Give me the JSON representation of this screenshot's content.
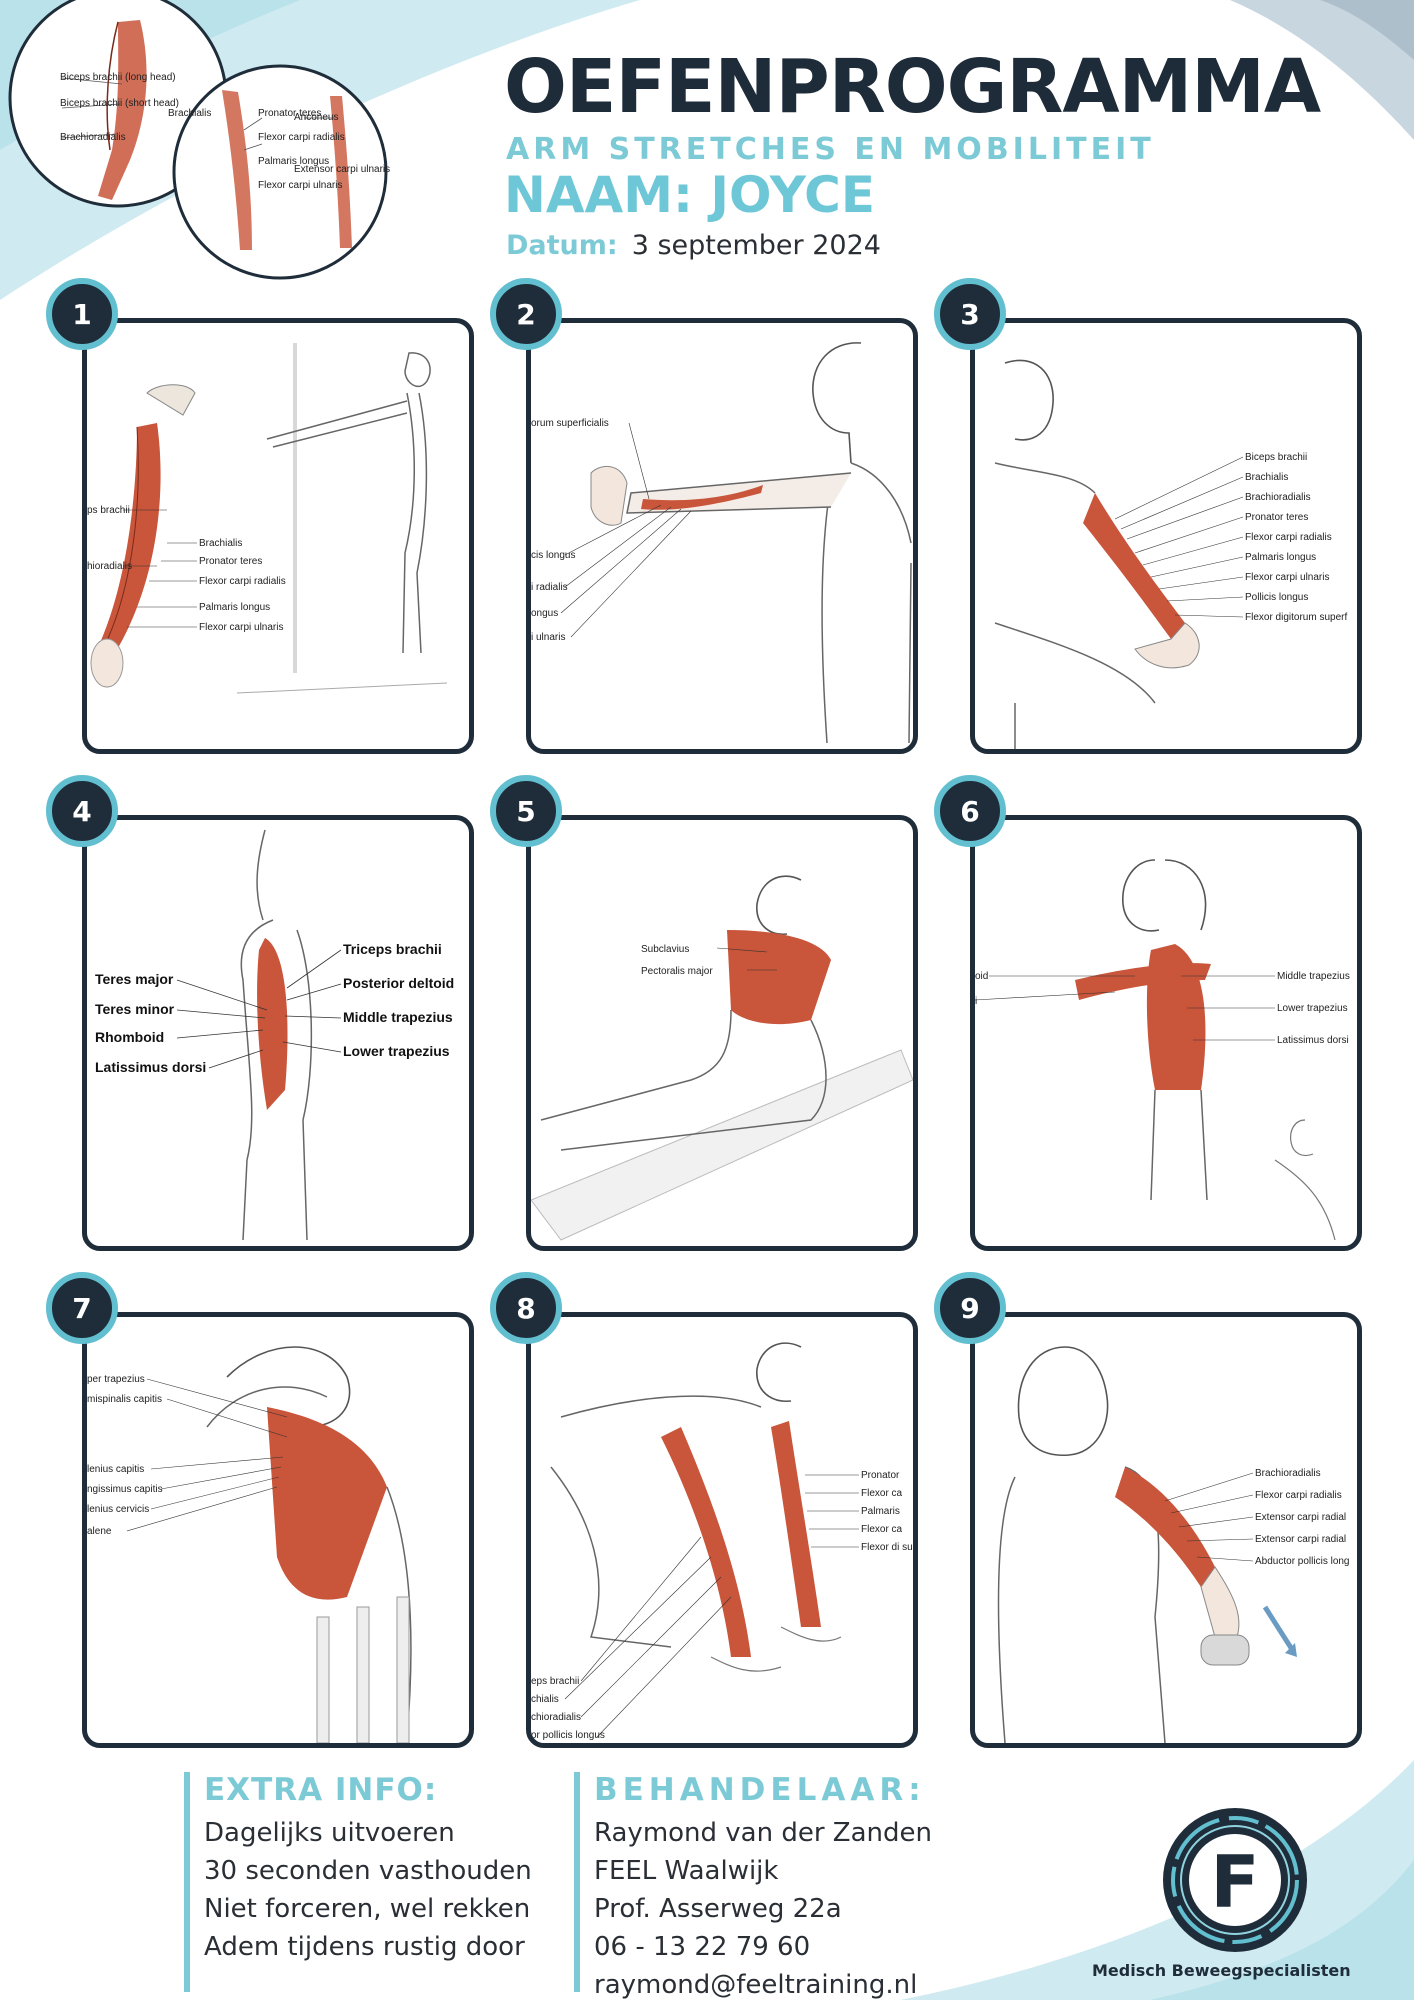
{
  "header": {
    "title": "OEFENPROGRAMMA",
    "subtitle": "ARM STRETCHES EN MOBILITEIT",
    "name": "NAAM: JOYCE",
    "date_label": "Datum:",
    "date_value": "3 september 2024"
  },
  "colors": {
    "accent": "#7ccad6",
    "dark": "#1f2d3a",
    "muscle": "#c9553a"
  },
  "anatomy_thumbs": {
    "labels_left": [
      "Biceps brachii (long head)",
      "Biceps brachii (short head)",
      "Brachioradialis",
      "Brachialis"
    ],
    "labels_right": [
      "Pronator teres",
      "Flexor carpi radialis",
      "Palmaris longus",
      "Flexor carpi ulnaris",
      "Anconeus",
      "Extensor carpi ulnaris"
    ]
  },
  "exercises": [
    {
      "number": "1",
      "labels": [
        "ps brachii",
        "hioradialis",
        "Brachialis",
        "Pronator teres",
        "Flexor carpi radialis",
        "Palmaris longus",
        "Flexor carpi ulnaris"
      ]
    },
    {
      "number": "2",
      "labels": [
        "orum superficialis",
        "cis longus",
        "i radialis",
        "ongus",
        "i ulnaris"
      ]
    },
    {
      "number": "3",
      "labels": [
        "Biceps brachii",
        "Brachialis",
        "Brachioradialis",
        "Pronator teres",
        "Flexor carpi radialis",
        "Palmaris longus",
        "Flexor carpi ulnaris",
        "Pollicis longus",
        "Flexor digitorum superf"
      ]
    },
    {
      "number": "4",
      "labels": [
        "Teres major",
        "Teres minor",
        "Rhomboid",
        "Latissimus dorsi",
        "Triceps brachii",
        "Posterior deltoid",
        "Middle trapezius",
        "Lower trapezius"
      ]
    },
    {
      "number": "5",
      "labels": [
        "Subclavius",
        "Pectoralis major"
      ]
    },
    {
      "number": "6",
      "labels": [
        "oid",
        "i",
        "Middle trapezius",
        "Lower trapezius",
        "Latissimus dorsi"
      ]
    },
    {
      "number": "7",
      "labels": [
        "per trapezius",
        "mispinalis capitis",
        "lenius capitis",
        "ngissimus capitis",
        "lenius cervicis",
        "alene"
      ]
    },
    {
      "number": "8",
      "labels": [
        "Pronator",
        "Flexor ca",
        "Palmaris",
        "Flexor ca",
        "Flexor di superficia",
        "eps brachii",
        "chialis",
        "chioradialis",
        "or pollicis longus"
      ]
    },
    {
      "number": "9",
      "labels": [
        "Brachioradialis",
        "Flexor carpi radialis",
        "Extensor carpi radial",
        "Extensor carpi radial",
        "Abductor pollicis long"
      ]
    }
  ],
  "extra_info": {
    "heading": "EXTRA INFO:",
    "lines": [
      "Dagelijks uitvoeren",
      "30 seconden vasthouden",
      "Niet forceren, wel rekken",
      "Adem tijdens rustig door"
    ]
  },
  "behandelaar": {
    "heading": "BEHANDELAAR:",
    "lines": [
      "Raymond van der Zanden",
      "FEEL Waalwijk",
      "Prof. Asserweg 22a",
      "06 - 13 22 79 60",
      "raymond@feeltraining.nl"
    ]
  },
  "logo": {
    "letter": "F",
    "caption": "Medisch Beweegspecialisten"
  }
}
